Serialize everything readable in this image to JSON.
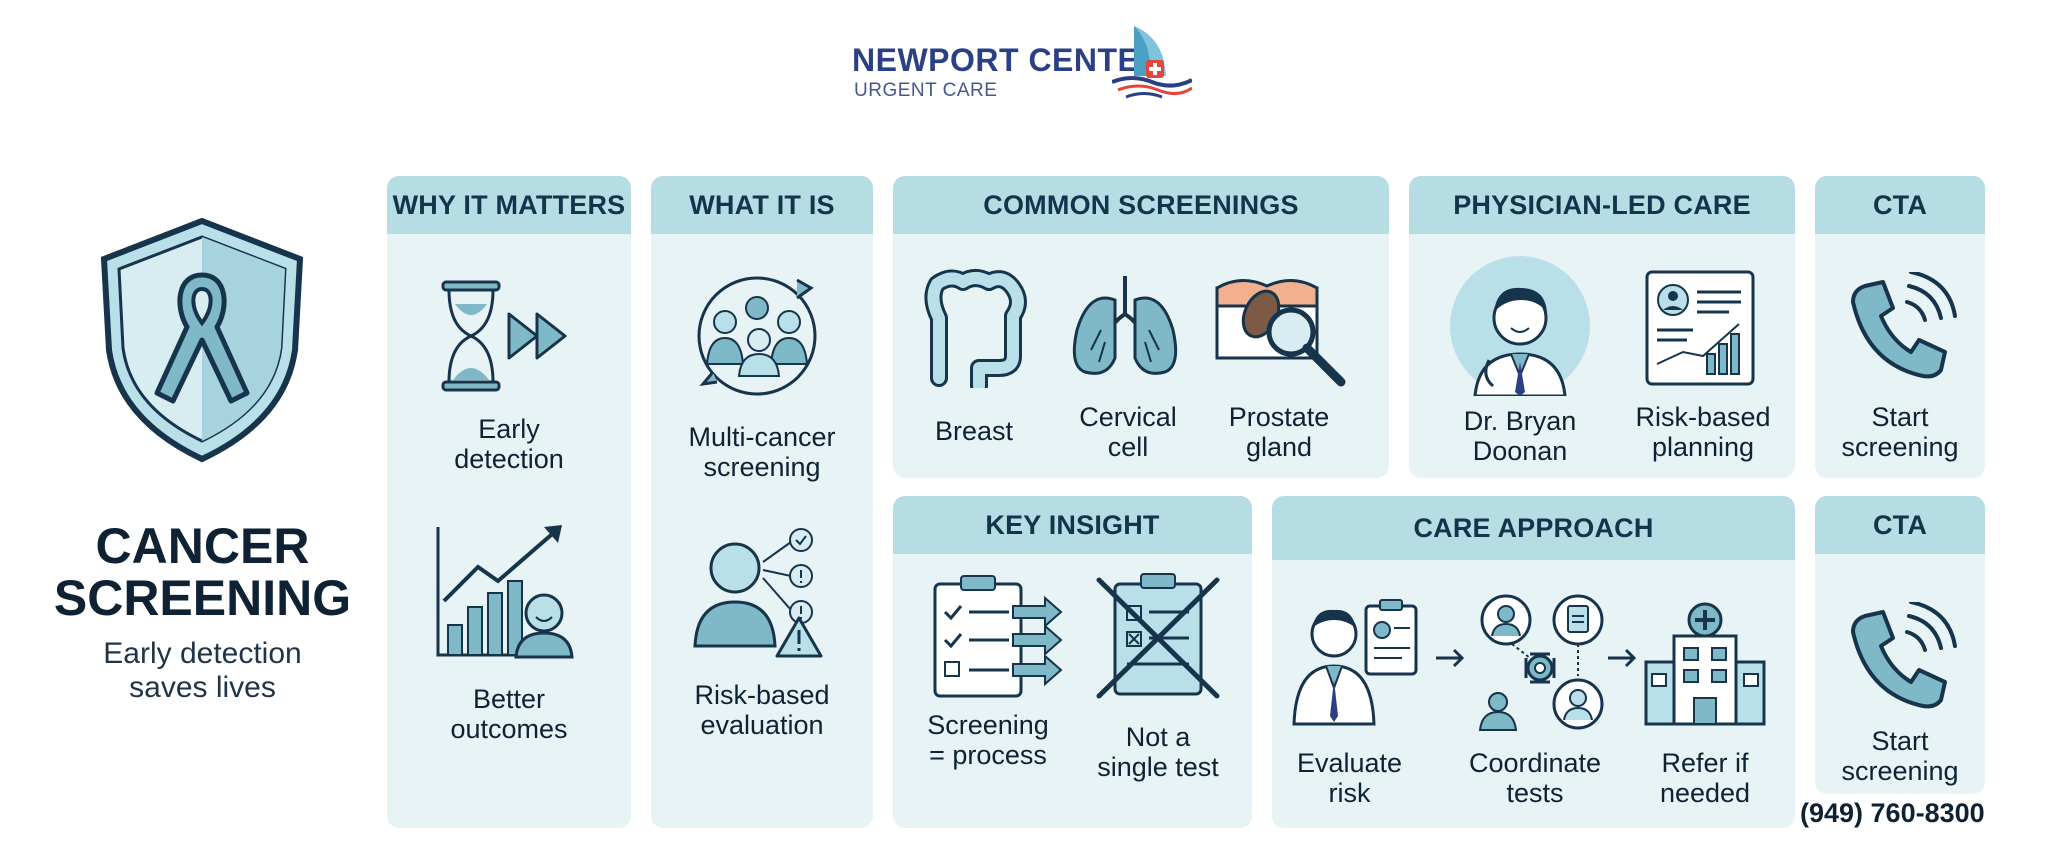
{
  "logo": {
    "line1": "NEWPORT CENTER",
    "line2": "URGENT CARE"
  },
  "hero": {
    "title_line1": "CANCER",
    "title_line2": "SCREENING",
    "subtitle_line1": "Early detection",
    "subtitle_line2": "saves lives"
  },
  "why": {
    "header": "WHY IT MATTERS",
    "item1_l1": "Early",
    "item1_l2": "detection",
    "item2_l1": "Better",
    "item2_l2": "outcomes"
  },
  "what": {
    "header": "WHAT IT IS",
    "item1_l1": "Multi-cancer",
    "item1_l2": "screening",
    "item2_l1": "Risk-based",
    "item2_l2": "evaluation"
  },
  "common": {
    "header": "COMMON SCREENINGS",
    "item1": "Breast",
    "item2_l1": "Cervical",
    "item2_l2": "cell",
    "item3_l1": "Prostate",
    "item3_l2": "gland"
  },
  "physician": {
    "header": "PHYSICIAN-LED CARE",
    "item1_l1": "Dr. Bryan",
    "item1_l2": "Doonan",
    "item2_l1": "Risk-based",
    "item2_l2": "planning"
  },
  "cta1": {
    "header": "CTA",
    "l1": "Start",
    "l2": "screening"
  },
  "insight": {
    "header": "KEY INSIGHT",
    "item1_l1": "Screening",
    "item1_l2": "= process",
    "item2_l1": "Not a",
    "item2_l2": "single test"
  },
  "approach": {
    "header": "CARE APPROACH",
    "item1_l1": "Evaluate",
    "item1_l2": "risk",
    "item2_l1": "Coordinate",
    "item2_l2": "tests",
    "item3_l1": "Refer if",
    "item3_l2": "needed"
  },
  "cta2": {
    "header": "CTA",
    "l1": "Start",
    "l2": "screening",
    "phone": "(949) 760-8300"
  },
  "icons": [
    "ribbon-shield-icon",
    "hourglass-icon",
    "growth-chart-icon",
    "people-cycle-icon",
    "risk-person-icon",
    "colon-icon",
    "lungs-icon",
    "skin-magnifier-icon",
    "doctor-icon",
    "report-icon",
    "phone-icon",
    "checklist-icon",
    "crossed-clipboard-icon",
    "hospital-icon"
  ],
  "colors": {
    "panel": "#e8f3f6",
    "header": "#b6dce4",
    "accent": "#7fb8c6",
    "ink": "#0f2233",
    "brand": "#2b3f86",
    "logo_red": "#e2463d"
  }
}
